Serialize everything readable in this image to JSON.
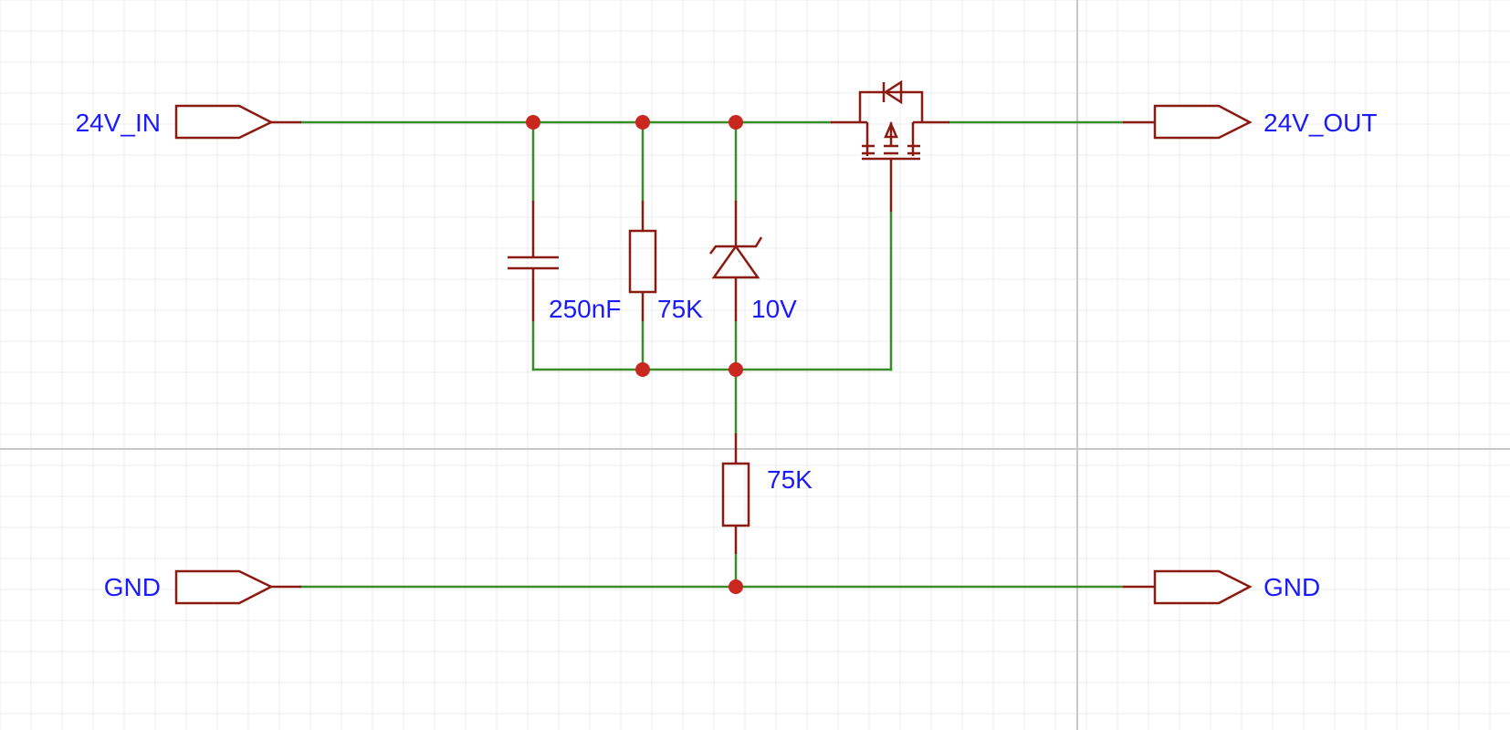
{
  "colors": {
    "wire": "#3a8c2a",
    "component": "#8b1a10",
    "junction": "#c8281e",
    "label": "#1a1aff",
    "grid": "#ececec",
    "sheet_border": "#c8c8c8"
  },
  "ports": {
    "in_power": "24V_IN",
    "out_power": "24V_OUT",
    "in_ground": "GND",
    "out_ground": "GND"
  },
  "components": {
    "capacitor": {
      "value": "250nF",
      "icon": "capacitor-symbol"
    },
    "resistor_upper": {
      "value": "75K",
      "icon": "resistor-symbol"
    },
    "zener": {
      "value": "10V",
      "icon": "zener-diode-symbol"
    },
    "resistor_lower": {
      "value": "75K",
      "icon": "resistor-symbol"
    },
    "mosfet": {
      "icon": "p-channel-mosfet-symbol"
    }
  }
}
